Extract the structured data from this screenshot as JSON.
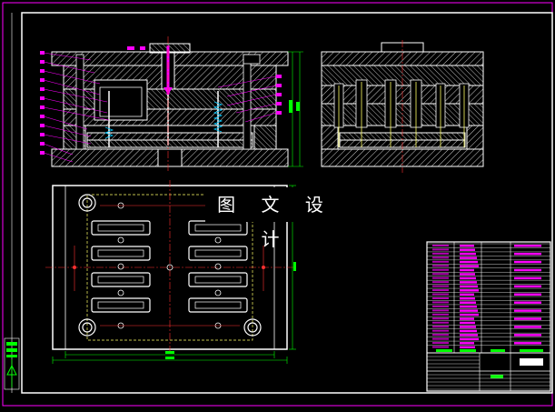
{
  "drawing": {
    "watermark_text": "图 文 设 计",
    "colors": {
      "background": "#000000",
      "outline": "#ffffff",
      "accent": "#ff00ff",
      "centerline": "#ff3030",
      "dimension": "#00ff00",
      "inner": "#ffff66",
      "section": "#00c8ff"
    },
    "views": [
      {
        "name": "front-section-view",
        "hatched": true
      },
      {
        "name": "side-section-view",
        "hatched": true
      },
      {
        "name": "plan-view",
        "cavities": 8,
        "guide_pillars": 4
      }
    ],
    "title_block": {
      "rows": 26
    }
  }
}
